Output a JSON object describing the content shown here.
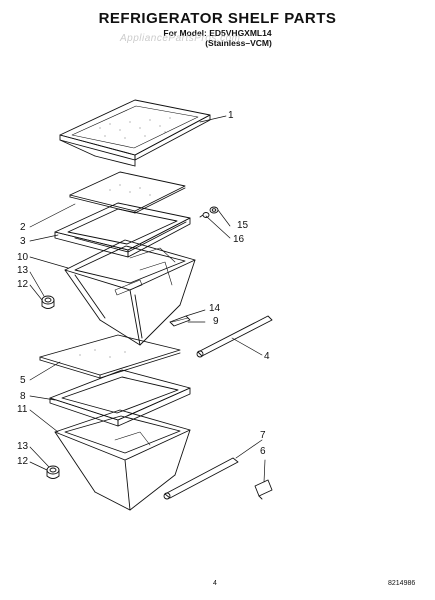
{
  "header": {
    "title": "REFRIGERATOR SHELF PARTS",
    "model_line": "For Model: ED5VHGXML14",
    "variant_line": "(Stainless–VCM)",
    "watermark": "AppliancePartsPros.com"
  },
  "callouts": [
    "1",
    "2",
    "3",
    "10",
    "13",
    "12",
    "15",
    "16",
    "14",
    "9",
    "4",
    "5",
    "8",
    "11",
    "7",
    "6",
    "13",
    "12"
  ],
  "footer": {
    "page_number": "4",
    "diagram_code": "8214986"
  },
  "colors": {
    "line": "#111111",
    "background": "#ffffff",
    "watermark": "#cccccc"
  }
}
